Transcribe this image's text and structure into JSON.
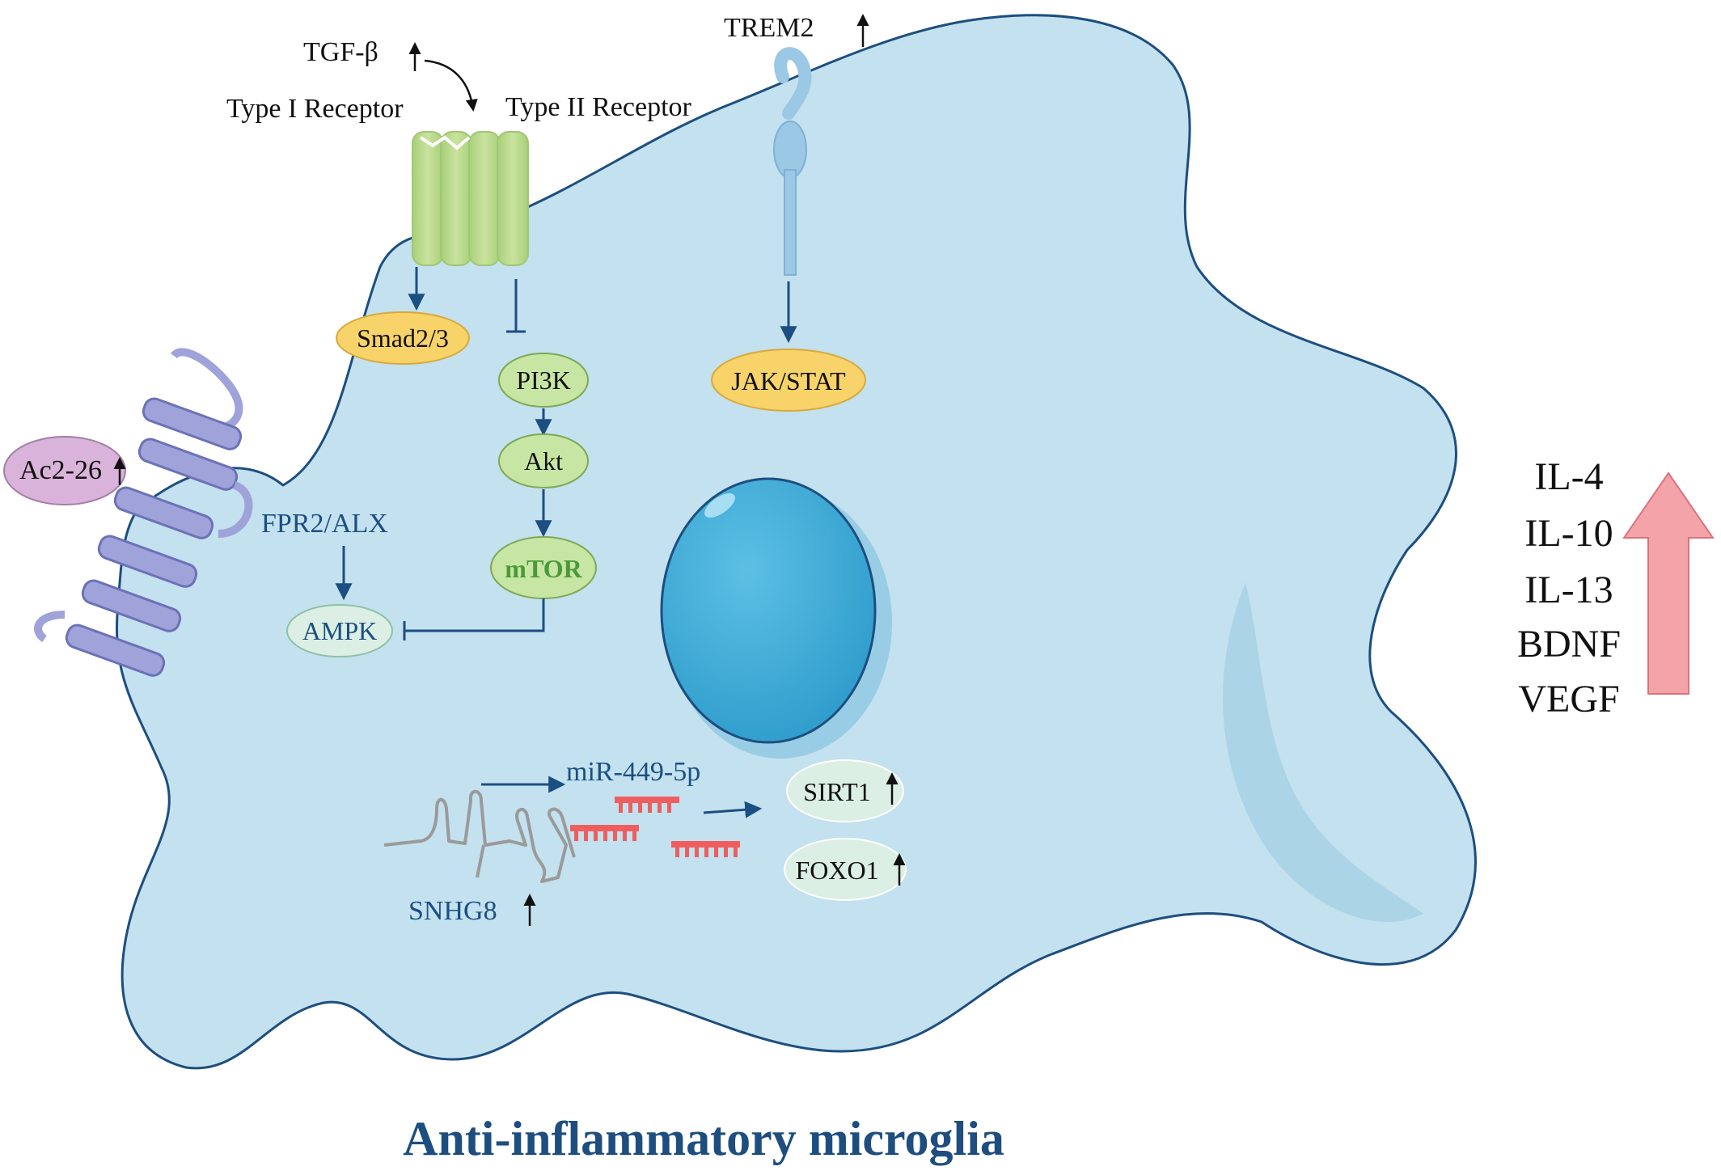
{
  "figure": {
    "caption": "Anti-inflammatory microglia"
  },
  "receptors": {
    "tgf_beta": "TGF-β",
    "type1": "Type I Receptor",
    "type2": "Type II Receptor",
    "trem2": "TREM2",
    "fpr2": "FPR2/ALX",
    "ac2_26": "Ac2-26"
  },
  "nodes": {
    "smad": "Smad2/3",
    "pi3k": "PI3K",
    "akt": "Akt",
    "mtor": "mTOR",
    "ampk": "AMPK",
    "jakstat": "JAK/STAT",
    "mir": "miR-449-5p",
    "snhg8": "SNHG8",
    "sirt1": "SIRT1",
    "foxo1": "FOXO1"
  },
  "outputs": [
    "IL-4",
    "IL-10",
    "IL-13",
    "BDNF",
    "VEGF"
  ],
  "colors": {
    "cell_fill": "#c3e1ee",
    "cell_stroke": "#1d4e7f",
    "nucleus": "#45aed6",
    "arrow_blue": "#1b4f82",
    "receptor_green": "#b9d98c",
    "node_yellow": "#f7d36a",
    "node_green": "#c8e6a3",
    "node_pale": "#dcefe4",
    "node_purple": "#d9b3d9",
    "gpcr_purple": "#9fa3d9",
    "mirna_red": "#ef5e5e",
    "up_arrow_pink": "#f4a3a8"
  }
}
